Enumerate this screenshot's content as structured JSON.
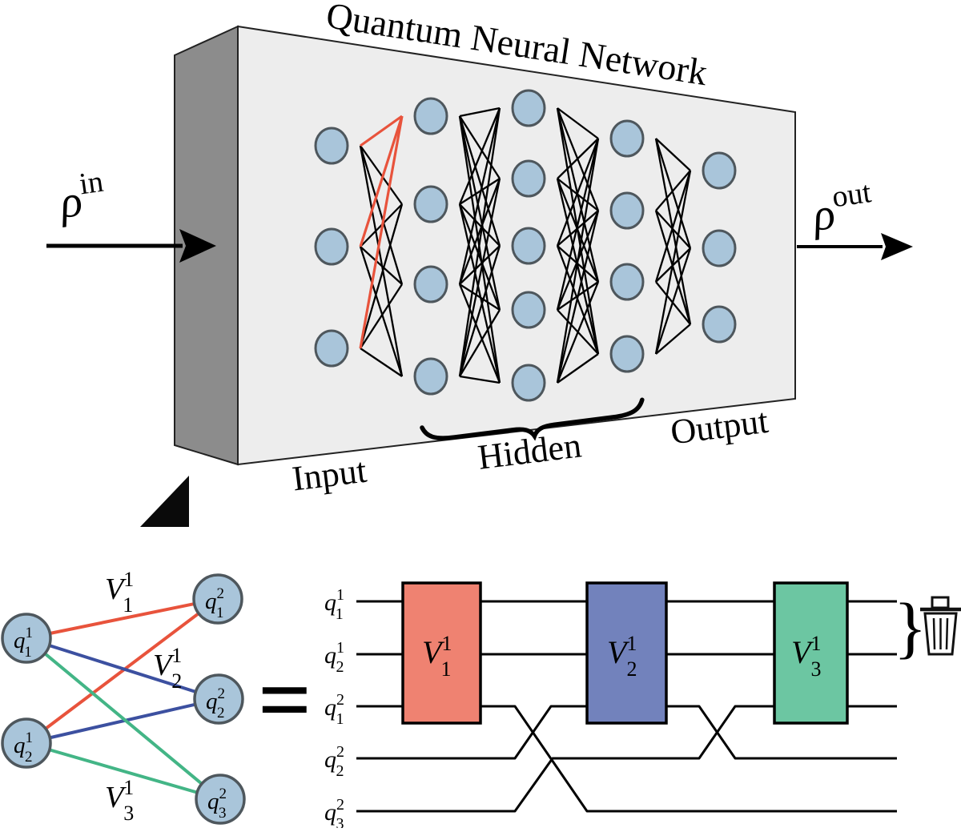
{
  "title": "Quantum Neural Network",
  "colors": {
    "box_face": "#EDEDED",
    "box_side": "#8C8C8C",
    "node_fill": "#A9C5DA",
    "node_stroke": "#4E575D",
    "edge_black": "#000000",
    "edge_red": "#E8533C",
    "edge_blue": "#3C50A0",
    "edge_green": "#43B586",
    "gate_red": "#EF8271",
    "gate_blue": "#7282BC",
    "gate_green": "#6CC6A2"
  },
  "qnn": {
    "rho_in": {
      "base": "ρ",
      "sup": "in"
    },
    "rho_out": {
      "base": "ρ",
      "sup": "out"
    },
    "labels": {
      "input": "Input",
      "hidden": "Hidden",
      "output": "Output"
    }
  },
  "network": {
    "layers": [
      3,
      4,
      5,
      4,
      3
    ],
    "highlight_target": {
      "layer": 1,
      "node": 0
    }
  },
  "graph": {
    "left_nodes": [
      {
        "base": "q",
        "sub": "1",
        "sup": "1"
      },
      {
        "base": "q",
        "sub": "2",
        "sup": "1"
      }
    ],
    "right_nodes": [
      {
        "base": "q",
        "sub": "1",
        "sup": "2"
      },
      {
        "base": "q",
        "sub": "2",
        "sup": "2"
      },
      {
        "base": "q",
        "sub": "3",
        "sup": "2"
      }
    ],
    "edge_labels": [
      {
        "base": "V",
        "sub": "1",
        "sup": "1"
      },
      {
        "base": "V",
        "sub": "2",
        "sup": "1"
      },
      {
        "base": "V",
        "sub": "3",
        "sup": "1"
      }
    ]
  },
  "equals": "=",
  "circuit": {
    "wire_labels": [
      {
        "base": "q",
        "sub": "1",
        "sup": "1"
      },
      {
        "base": "q",
        "sub": "2",
        "sup": "1"
      },
      {
        "base": "q",
        "sub": "1",
        "sup": "2"
      },
      {
        "base": "q",
        "sub": "2",
        "sup": "2"
      },
      {
        "base": "q",
        "sub": "3",
        "sup": "2"
      }
    ],
    "gates": [
      {
        "label": {
          "base": "V",
          "sub": "1",
          "sup": "1"
        },
        "color": "#EF8271"
      },
      {
        "label": {
          "base": "V",
          "sub": "2",
          "sup": "1"
        },
        "color": "#7282BC"
      },
      {
        "label": {
          "base": "V",
          "sub": "3",
          "sup": "1"
        },
        "color": "#6CC6A2"
      }
    ],
    "brace": "}",
    "trash_icon": "trash-can"
  }
}
